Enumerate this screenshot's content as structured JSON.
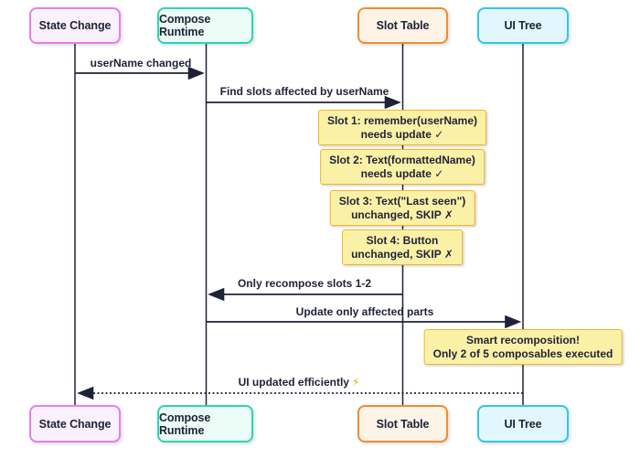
{
  "colors": {
    "text": "#1e2237",
    "line": "#1e2237",
    "note_fill": "#fbf1a6",
    "note_border": "#f0b629",
    "state_change_border": "#e67eea",
    "state_change_fill": "#fbf1fc",
    "compose_runtime_border": "#2cd5b2",
    "compose_runtime_fill": "#ebfbf5",
    "slot_table_border": "#f08c2e",
    "slot_table_fill": "#fdf3e7",
    "ui_tree_border": "#31c6e8",
    "ui_tree_fill": "#e2f7fc",
    "bolt": "#f5a70a"
  },
  "participants": [
    {
      "label": "State Change"
    },
    {
      "label": "Compose Runtime"
    },
    {
      "label": "Slot Table"
    },
    {
      "label": "UI Tree"
    }
  ],
  "messages": [
    {
      "from": "State Change",
      "to": "Compose Runtime",
      "label": "userName changed",
      "style": "solid"
    },
    {
      "from": "Compose Runtime",
      "to": "Slot Table",
      "label": "Find slots affected by userName",
      "style": "solid"
    },
    {
      "from": "Slot Table",
      "to": "Compose Runtime",
      "label": "Only recompose slots 1-2",
      "style": "solid"
    },
    {
      "from": "Compose Runtime",
      "to": "UI Tree",
      "label": "Update only affected parts",
      "style": "solid"
    },
    {
      "from": "UI Tree",
      "to": "State Change",
      "label": "UI updated efficiently",
      "icon": "⚡",
      "style": "dotted"
    }
  ],
  "notes": [
    {
      "over": "Slot Table",
      "text": "Slot 1: remember(userName)\nneeds update ✓"
    },
    {
      "over": "Slot Table",
      "text": "Slot 2: Text(formattedName)\nneeds update ✓"
    },
    {
      "over": "Slot Table",
      "text": "Slot 3: Text(\"Last seen\")\nunchanged, SKIP ✗"
    },
    {
      "over": "Slot Table",
      "text": "Slot 4: Button\nunchanged, SKIP ✗"
    },
    {
      "over": "UI Tree",
      "text": "Smart recomposition!\nOnly 2 of 5 composables executed"
    }
  ]
}
